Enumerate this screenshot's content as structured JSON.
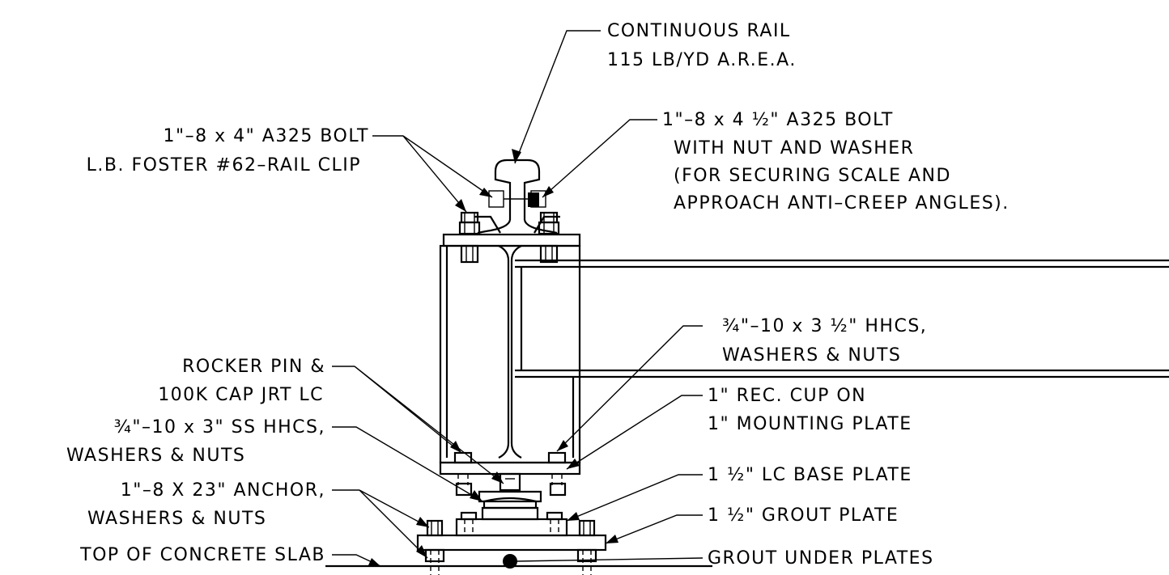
{
  "labels": {
    "continuous_rail": [
      "CONTINUOUS RAIL",
      "115 LB/YD A.R.E.A."
    ],
    "bolt_4": [
      "1\"–8 x 4\" A325 BOLT",
      "L.B. FOSTER #62–RAIL CLIP"
    ],
    "bolt_4_5": [
      "1\"–8 x 4 ½\" A325 BOLT",
      "WITH NUT AND WASHER",
      "(FOR SECURING SCALE AND",
      "APPROACH ANTI–CREEP ANGLES)."
    ],
    "hhcs_3_5": [
      "¾\"–10 x 3 ½\" HHCS,",
      "WASHERS & NUTS"
    ],
    "rocker_pin": [
      "ROCKER PIN &",
      "100K CAP JRT LC"
    ],
    "rec_cup": [
      "1\" REC. CUP ON",
      "1\" MOUNTING PLATE"
    ],
    "ss_hhcs": [
      "¾\"–10 x 3\" SS HHCS,",
      "WASHERS & NUTS"
    ],
    "lc_base": [
      "1 ½\" LC BASE PLATE"
    ],
    "anchor": [
      "1\"–8 X 23\" ANCHOR,",
      "WASHERS & NUTS"
    ],
    "grout_plate": [
      "1 ½\" GROUT PLATE"
    ],
    "concrete_slab": [
      "TOP OF CONCRETE SLAB"
    ],
    "grout_under": [
      "GROUT UNDER PLATES"
    ]
  }
}
